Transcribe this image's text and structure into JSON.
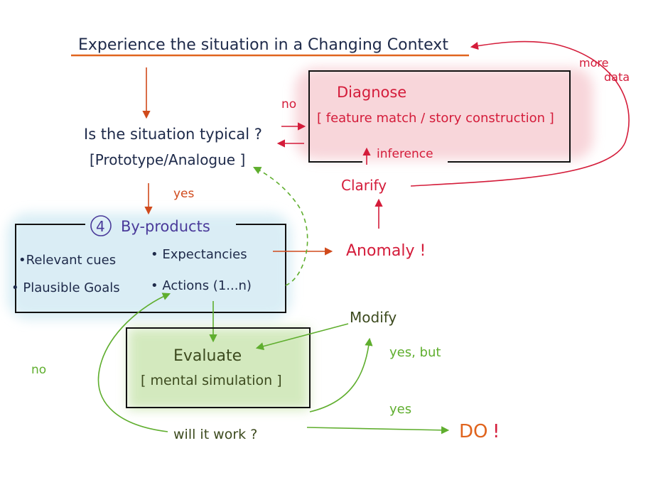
{
  "title": "Experience the situation in a Changing Context",
  "question_typical": {
    "line1": "Is the situation typical ?",
    "line2": "[Prototype/Analogue ]"
  },
  "diagnose": {
    "title": "Diagnose",
    "subtitle": "[ feature match / story construction ]",
    "inference": "inference"
  },
  "labels": {
    "no_top": "no",
    "yes_top": "yes",
    "more_data_1": "more",
    "more_data_2": "data",
    "clarify": "Clarify",
    "anomaly": "Anomaly !",
    "no_left": "no",
    "yes_but": "yes, but",
    "yes_bottom": "yes",
    "modify": "Modify",
    "will_it_work": "will it work ?",
    "do": "DO",
    "do_bang": "!"
  },
  "byproducts": {
    "number": "4",
    "title": "By-products",
    "items": [
      "•Relevant cues",
      "• Expectancies",
      "• Plausible Goals",
      "• Actions (1...n)"
    ]
  },
  "evaluate": {
    "title": "Evaluate",
    "subtitle": "[ mental simulation ]"
  },
  "colors": {
    "ink": "#1e2a4a",
    "orange": "#d04a1c",
    "red": "#d41c3a",
    "green": "#5fae2e",
    "purple": "#4a3a9a",
    "dark_olive": "#3c4a1e",
    "blue_fill": "#d6ecf4",
    "pink_fill": "#f7cfd4",
    "green_fill": "#cfe7b7"
  }
}
